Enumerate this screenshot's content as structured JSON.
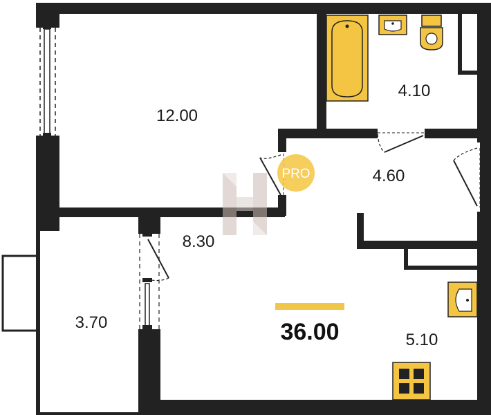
{
  "plan": {
    "total_area": "36.00",
    "rooms": {
      "living": "12.00",
      "bathroom": "4.10",
      "hall": "4.60",
      "corridor": "8.30",
      "balcony": "3.70",
      "kitchen": "5.10"
    },
    "badge": "PRO"
  },
  "colors": {
    "wall": "#222222",
    "fixture_fill": "#f4c542",
    "accent_bar": "#f0c64b",
    "watermark": "#d9cfcb"
  }
}
